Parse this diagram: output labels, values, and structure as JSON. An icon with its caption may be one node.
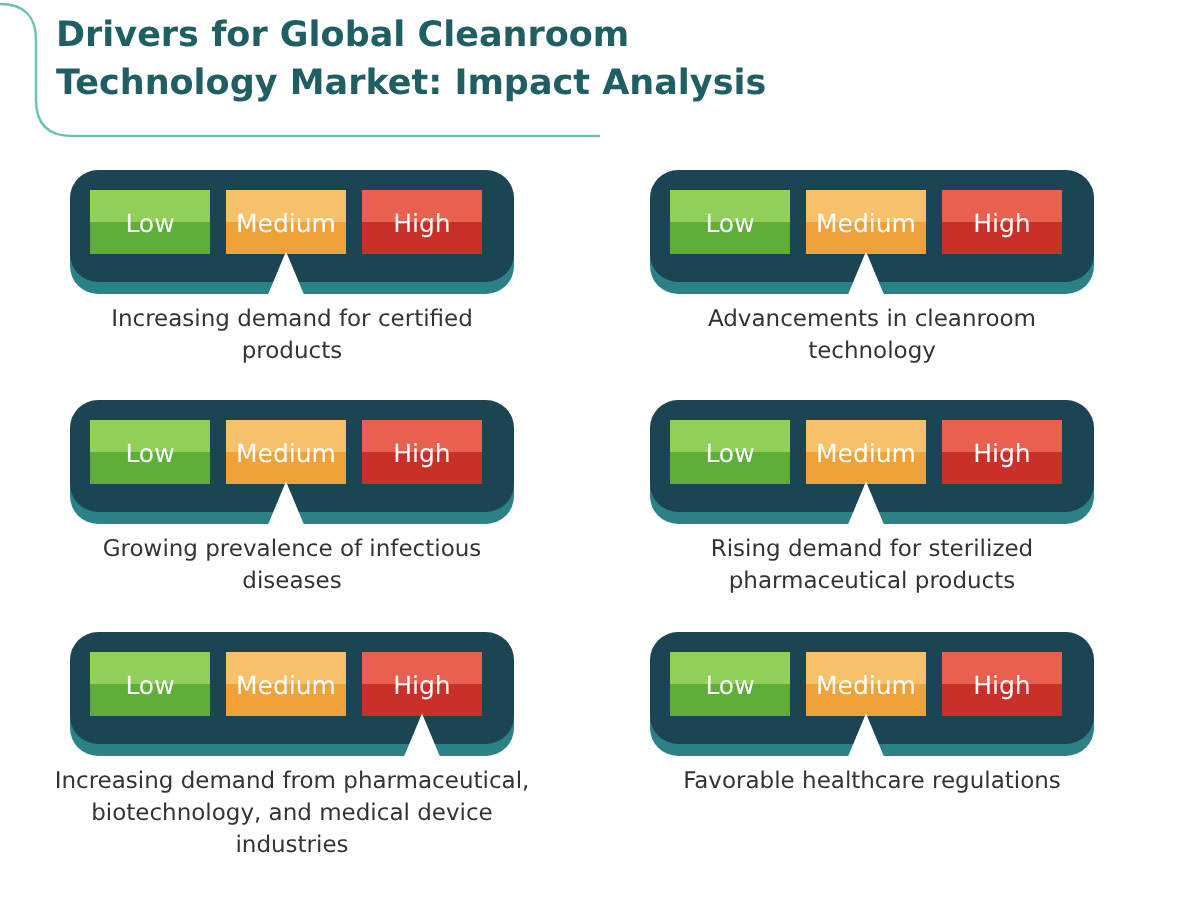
{
  "diagram": {
    "title": "Drivers for Global Cleanroom Technology Market: Impact Analysis",
    "nodes": [
      {
        "text": [],
        "shape": "box"
      },
      {
        "text": [
          "Low"
        ],
        "in": 0
      },
      {
        "text": [
          "Medium"
        ],
        "in": 0
      },
      {
        "text": [
          "High"
        ],
        "in": 0
      },
      {
        "text": [
          "Increasing demand for certified products"
        ]
      },
      {
        "text": [],
        "shape": "box"
      },
      {
        "text": [
          "Low"
        ],
        "in": 5
      },
      {
        "text": [
          "Medium"
        ],
        "in": 5
      },
      {
        "text": [
          "High"
        ],
        "in": 5
      },
      {
        "text": [
          "Advancements in cleanroom technology"
        ]
      },
      {
        "text": [],
        "shape": "box"
      },
      {
        "text": [
          "Low"
        ],
        "in": 10
      },
      {
        "text": [
          "Medium"
        ],
        "in": 10
      },
      {
        "text": [
          "High"
        ],
        "in": 10
      },
      {
        "text": [
          "Growing prevalence of infectious diseases"
        ]
      },
      {
        "text": [],
        "shape": "box"
      },
      {
        "text": [
          "Low"
        ],
        "in": 15
      },
      {
        "text": [
          "Medium"
        ],
        "in": 15
      },
      {
        "text": [
          "High"
        ],
        "in": 15
      },
      {
        "text": [
          "Rising demand for sterilized pharmaceutical products"
        ]
      },
      {
        "text": [],
        "shape": "box"
      },
      {
        "text": [
          "Low"
        ],
        "in": 20
      },
      {
        "text": [
          "Medium"
        ],
        "in": 20
      },
      {
        "text": [
          "High"
        ],
        "in": 20
      },
      {
        "text": [
          "Increasing demand from pharmaceutical, biotechnology, and medical device industries"
        ]
      },
      {
        "text": [],
        "shape": "box"
      },
      {
        "text": [
          "Low"
        ],
        "in": 25
      },
      {
        "text": [
          "Medium"
        ],
        "in": 25
      },
      {
        "text": [
          "High"
        ],
        "in": 25
      },
      {
        "text": [
          "Favorable healthcare regulations"
        ]
      }
    ],
    "edges": [
      {
        "from": 4,
        "to": 2,
        "arrow": "to"
      },
      {
        "from": 9,
        "to": 7,
        "arrow": "to"
      },
      {
        "from": 14,
        "to": 12,
        "arrow": "to"
      },
      {
        "from": 19,
        "to": 17,
        "arrow": "to"
      },
      {
        "from": 24,
        "to": 23,
        "arrow": "to"
      },
      {
        "from": 29,
        "to": 27,
        "arrow": "to"
      }
    ]
  }
}
